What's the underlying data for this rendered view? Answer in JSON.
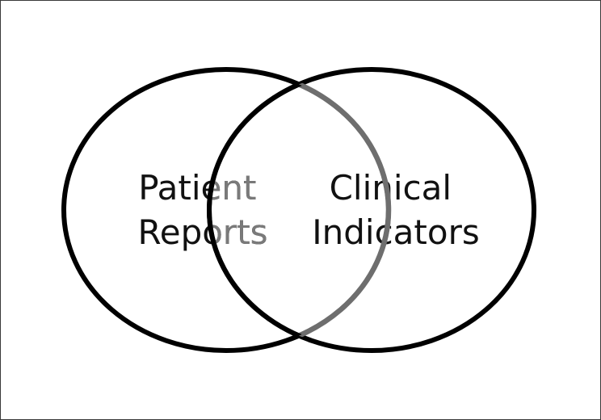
{
  "diagram": {
    "type": "venn",
    "sets": [
      {
        "label_lines": [
          "Patient",
          "Reports"
        ]
      },
      {
        "label_lines": [
          "Clinical",
          "Indicators"
        ]
      }
    ],
    "colors": {
      "outline": "#000000",
      "overlap_outline": "#6e6e6e",
      "label_text": "#111111",
      "label_text_overlap": "#7a7a7a",
      "background": "#ffffff",
      "frame_border": "#3a3a3a"
    }
  }
}
